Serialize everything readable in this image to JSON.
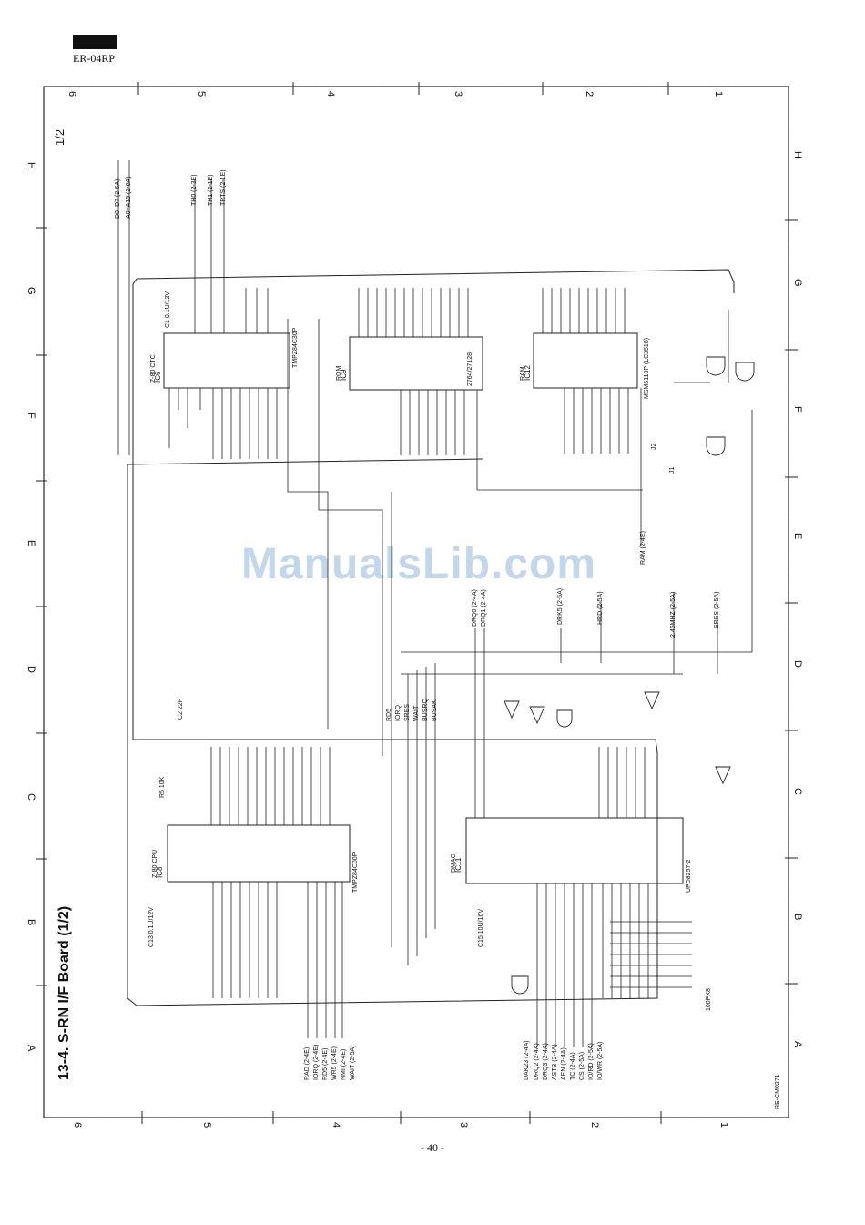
{
  "header": {
    "model": "ER-04RP"
  },
  "footer": {
    "page_number": "- 40 -",
    "drawing_code": "RE-CM0271"
  },
  "watermark": "ManualsLib.com",
  "title": "13-4. S-RN I/F Board (1/2)",
  "sheet": "1/2",
  "grid": {
    "columns": [
      "6",
      "5",
      "4",
      "3",
      "2",
      "1"
    ],
    "rows": [
      "H",
      "G",
      "F",
      "E",
      "D",
      "C",
      "B",
      "A"
    ]
  },
  "ics": {
    "ctc": {
      "ref": "IC6",
      "name": "Z-80 CTC",
      "part": "TMPZ84C30P"
    },
    "rom": {
      "ref": "IC9",
      "name": "ROM",
      "part": "2764/27128"
    },
    "ram": {
      "ref": "IC12",
      "name": "RAM",
      "part": "MSM5118P (LC3518)"
    },
    "cpu": {
      "ref": "IC8",
      "name": "Z-80 CPU",
      "part": "TMPZ84C00P"
    },
    "dma": {
      "ref": "IC11",
      "name": "DMAC",
      "part": "UPD8257-2"
    }
  },
  "signals": {
    "top_left": [
      "D0~D7 (2-6A)",
      "A0~A15 (2-6A)"
    ],
    "top_ctc": [
      "TH0 (2-3E)",
      "TH1 (2-1E)",
      "TRTS (2-1E)"
    ],
    "mid": [
      "DRQ0 (2-4A)",
      "DRQ1 (2-4A)",
      "DRK5 (2-5A)",
      "HRD (2-5A)",
      "RAM (2-4E)",
      "2.45MHZ (2-5A)",
      "SRES (2-5A)"
    ],
    "cpu_bus": [
      "RD5",
      "IORQ",
      "SRES",
      "WAIT",
      "BUSRQ",
      "BUSAK"
    ],
    "bottom_left": [
      "RAD (2-4E)",
      "IORQ (2-4E)",
      "RD5 (2-4E)",
      "WR5 (2-4E)",
      "NMI (2-4E)",
      "WAIT (2-5A)"
    ],
    "bottom_right": [
      "DAK23 (2-4A)",
      "DRQ2 (2-4A)",
      "DRQ3 (2-4A)",
      "ASTB (2-4A)",
      "AEN (2-4A)",
      "TC (2-4A)",
      "CS (2-5A)",
      "IO/RD (2-5A)",
      "IO/WR (2-5A)"
    ]
  },
  "components": [
    "C2 22P",
    "C1 0.1U/12V",
    "C13 0.1U/12V",
    "C15 10U/16V",
    "100PX8",
    "J1",
    "J2",
    "R5 10K"
  ]
}
